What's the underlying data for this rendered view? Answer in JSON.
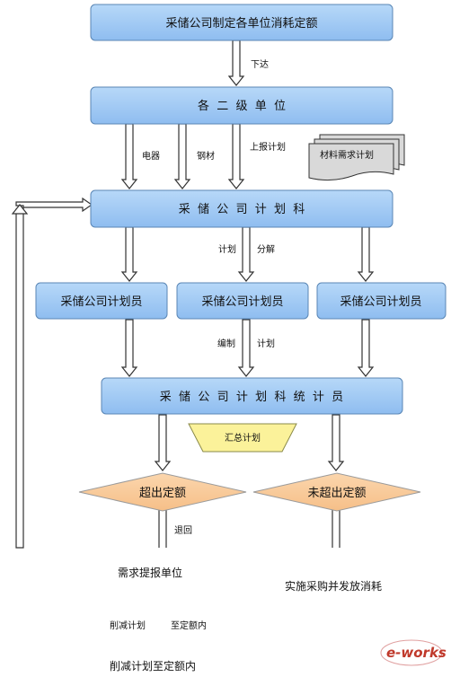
{
  "colors": {
    "box_fill": "#9cc8f4",
    "box_stroke": "#5a86b5",
    "diamond_fill": "#f9c99a",
    "diamond_stroke": "#9b9b9b",
    "trapezoid_fill": "#fbf29a",
    "doc_fill": "#d9d9d9",
    "logo_color": "#c0392b"
  },
  "boxes": {
    "top": "采储公司制定各单位消耗定额",
    "secondary_units": "各  二  级  单  位",
    "planning_dept": "采  储  公  司  计  划  科",
    "planner_1": "采储公司计划员",
    "planner_2": "采储公司计划员",
    "planner_3": "采储公司计划员",
    "statistician": "采  储  公  司  计  划  科  统  计  员"
  },
  "document": {
    "label": "材料需求计划"
  },
  "trapezoid": {
    "label": "汇总计划"
  },
  "diamonds": {
    "over_quota": "超出定额",
    "not_over_quota": "未超出定额"
  },
  "edge_labels": {
    "issue": "下达",
    "electrical": "电器",
    "steel": "钢材",
    "report_plan": "上报计划",
    "plan": "计划",
    "decompose": "分解",
    "compile": "编制",
    "plan2": "计划",
    "return": "退回"
  },
  "bottom_texts": {
    "demand_unit": "需求提报单位",
    "implement": "实施采购并发放消耗",
    "reduce_plan": "削减计划",
    "to_quota": "至定额内",
    "reduce_plan_full": "削减计划至定额内"
  },
  "logo": {
    "text": "e-works"
  }
}
